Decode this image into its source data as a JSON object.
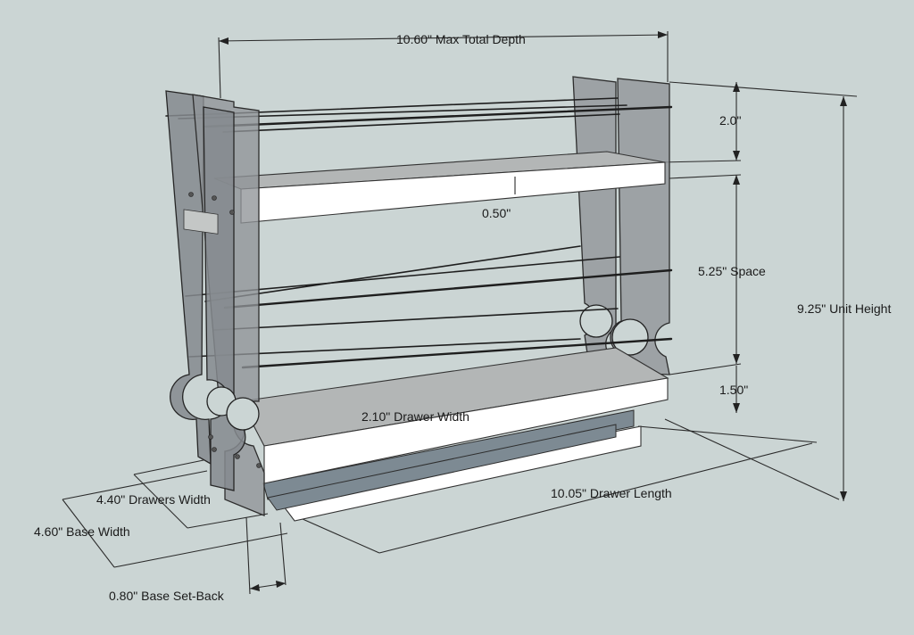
{
  "labels": {
    "max_total_depth": "10.60\" Max Total Depth",
    "top_gap": "2.0\"",
    "shelf_thickness": "0.50\"",
    "space": "5.25\" Space",
    "unit_height": "9.25\" Unit Height",
    "base_gap": "1.50\"",
    "drawer_width": "2.10\" Drawer Width",
    "drawers_width": "4.40\" Drawers Width",
    "base_width": "4.60\" Base Width",
    "drawer_length": "10.05\" Drawer Length",
    "base_setback": "0.80\" Base Set-Back"
  }
}
